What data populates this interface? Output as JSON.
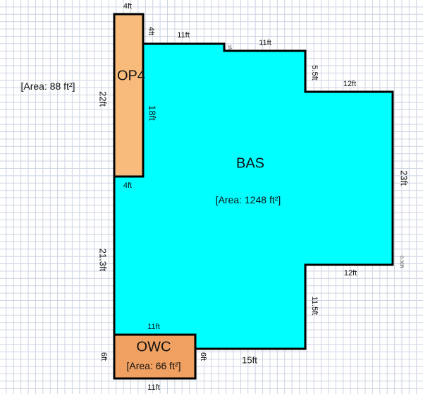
{
  "areas": [
    {
      "name": "OP4",
      "area_label": "[Area: 88 ft²]",
      "color": "#f8bb7c"
    },
    {
      "name": "BAS",
      "area_label": "[Area: 1248 ft²]",
      "color": "#00ffff"
    },
    {
      "name": "OWC",
      "area_label": "[Area: 66 ft²]",
      "color": "#f0a060"
    }
  ],
  "dimensions": {
    "op4_top": "4ft",
    "op4_right_upper": "4ft",
    "op4_right": "18ft",
    "op4_left": "22ft",
    "op4_bottom": "4ft",
    "bas_top1": "11ft",
    "bas_step": "1ft",
    "bas_top2": "11ft",
    "bas_step2": "5.5ft",
    "bas_top3": "12ft",
    "bas_right": "23ft",
    "bas_right_small": "0.30ft",
    "bas_bottom_right": "12ft",
    "bas_right_lower": "11.5ft",
    "bas_bottom": "15ft",
    "bas_left": "21.3ft",
    "owc_top": "11ft",
    "owc_bottom": "11ft",
    "owc_left": "6ft",
    "owc_right": "6ft"
  }
}
